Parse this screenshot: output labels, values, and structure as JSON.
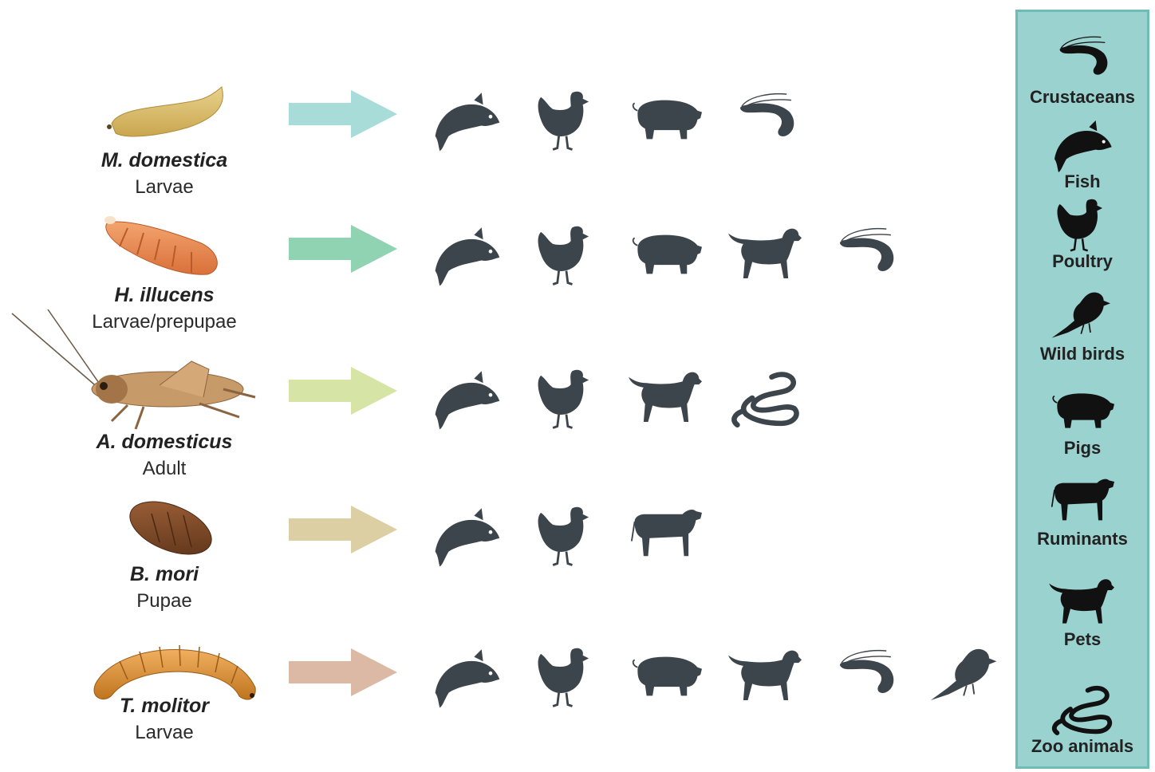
{
  "insects": [
    {
      "name": "M. domestica",
      "stage": "Larvae",
      "arrow_color": "#a7dcd8",
      "feeds": [
        "fish",
        "poultry",
        "pigs",
        "crustaceans"
      ]
    },
    {
      "name": "H. illucens",
      "stage": "Larvae/prepupae",
      "arrow_color": "#8fd3b3",
      "feeds": [
        "fish",
        "poultry",
        "pigs",
        "pets",
        "crustaceans"
      ]
    },
    {
      "name": "A. domesticus",
      "stage": "Adult",
      "arrow_color": "#d6e5a6",
      "feeds": [
        "fish",
        "poultry",
        "pets",
        "zoo-animals"
      ]
    },
    {
      "name": "B. mori",
      "stage": "Pupae",
      "arrow_color": "#ddcfa4",
      "feeds": [
        "fish",
        "poultry",
        "ruminants"
      ]
    },
    {
      "name": "T. molitor",
      "stage": "Larvae",
      "arrow_color": "#dcb9a4",
      "feeds": [
        "fish",
        "poultry",
        "pigs",
        "pets",
        "crustaceans",
        "wild-birds"
      ]
    }
  ],
  "legend": {
    "background": "#9ad2cf",
    "items": [
      {
        "key": "crustaceans",
        "label": "Crustaceans"
      },
      {
        "key": "fish",
        "label": "Fish"
      },
      {
        "key": "poultry",
        "label": "Poultry"
      },
      {
        "key": "wild-birds",
        "label": "Wild birds"
      },
      {
        "key": "pigs",
        "label": "Pigs"
      },
      {
        "key": "ruminants",
        "label": "Ruminants"
      },
      {
        "key": "pets",
        "label": "Pets"
      },
      {
        "key": "zoo-animals",
        "label": "Zoo animals"
      }
    ]
  },
  "icon_color": "#3d454c",
  "legend_icon_color": "#111111"
}
